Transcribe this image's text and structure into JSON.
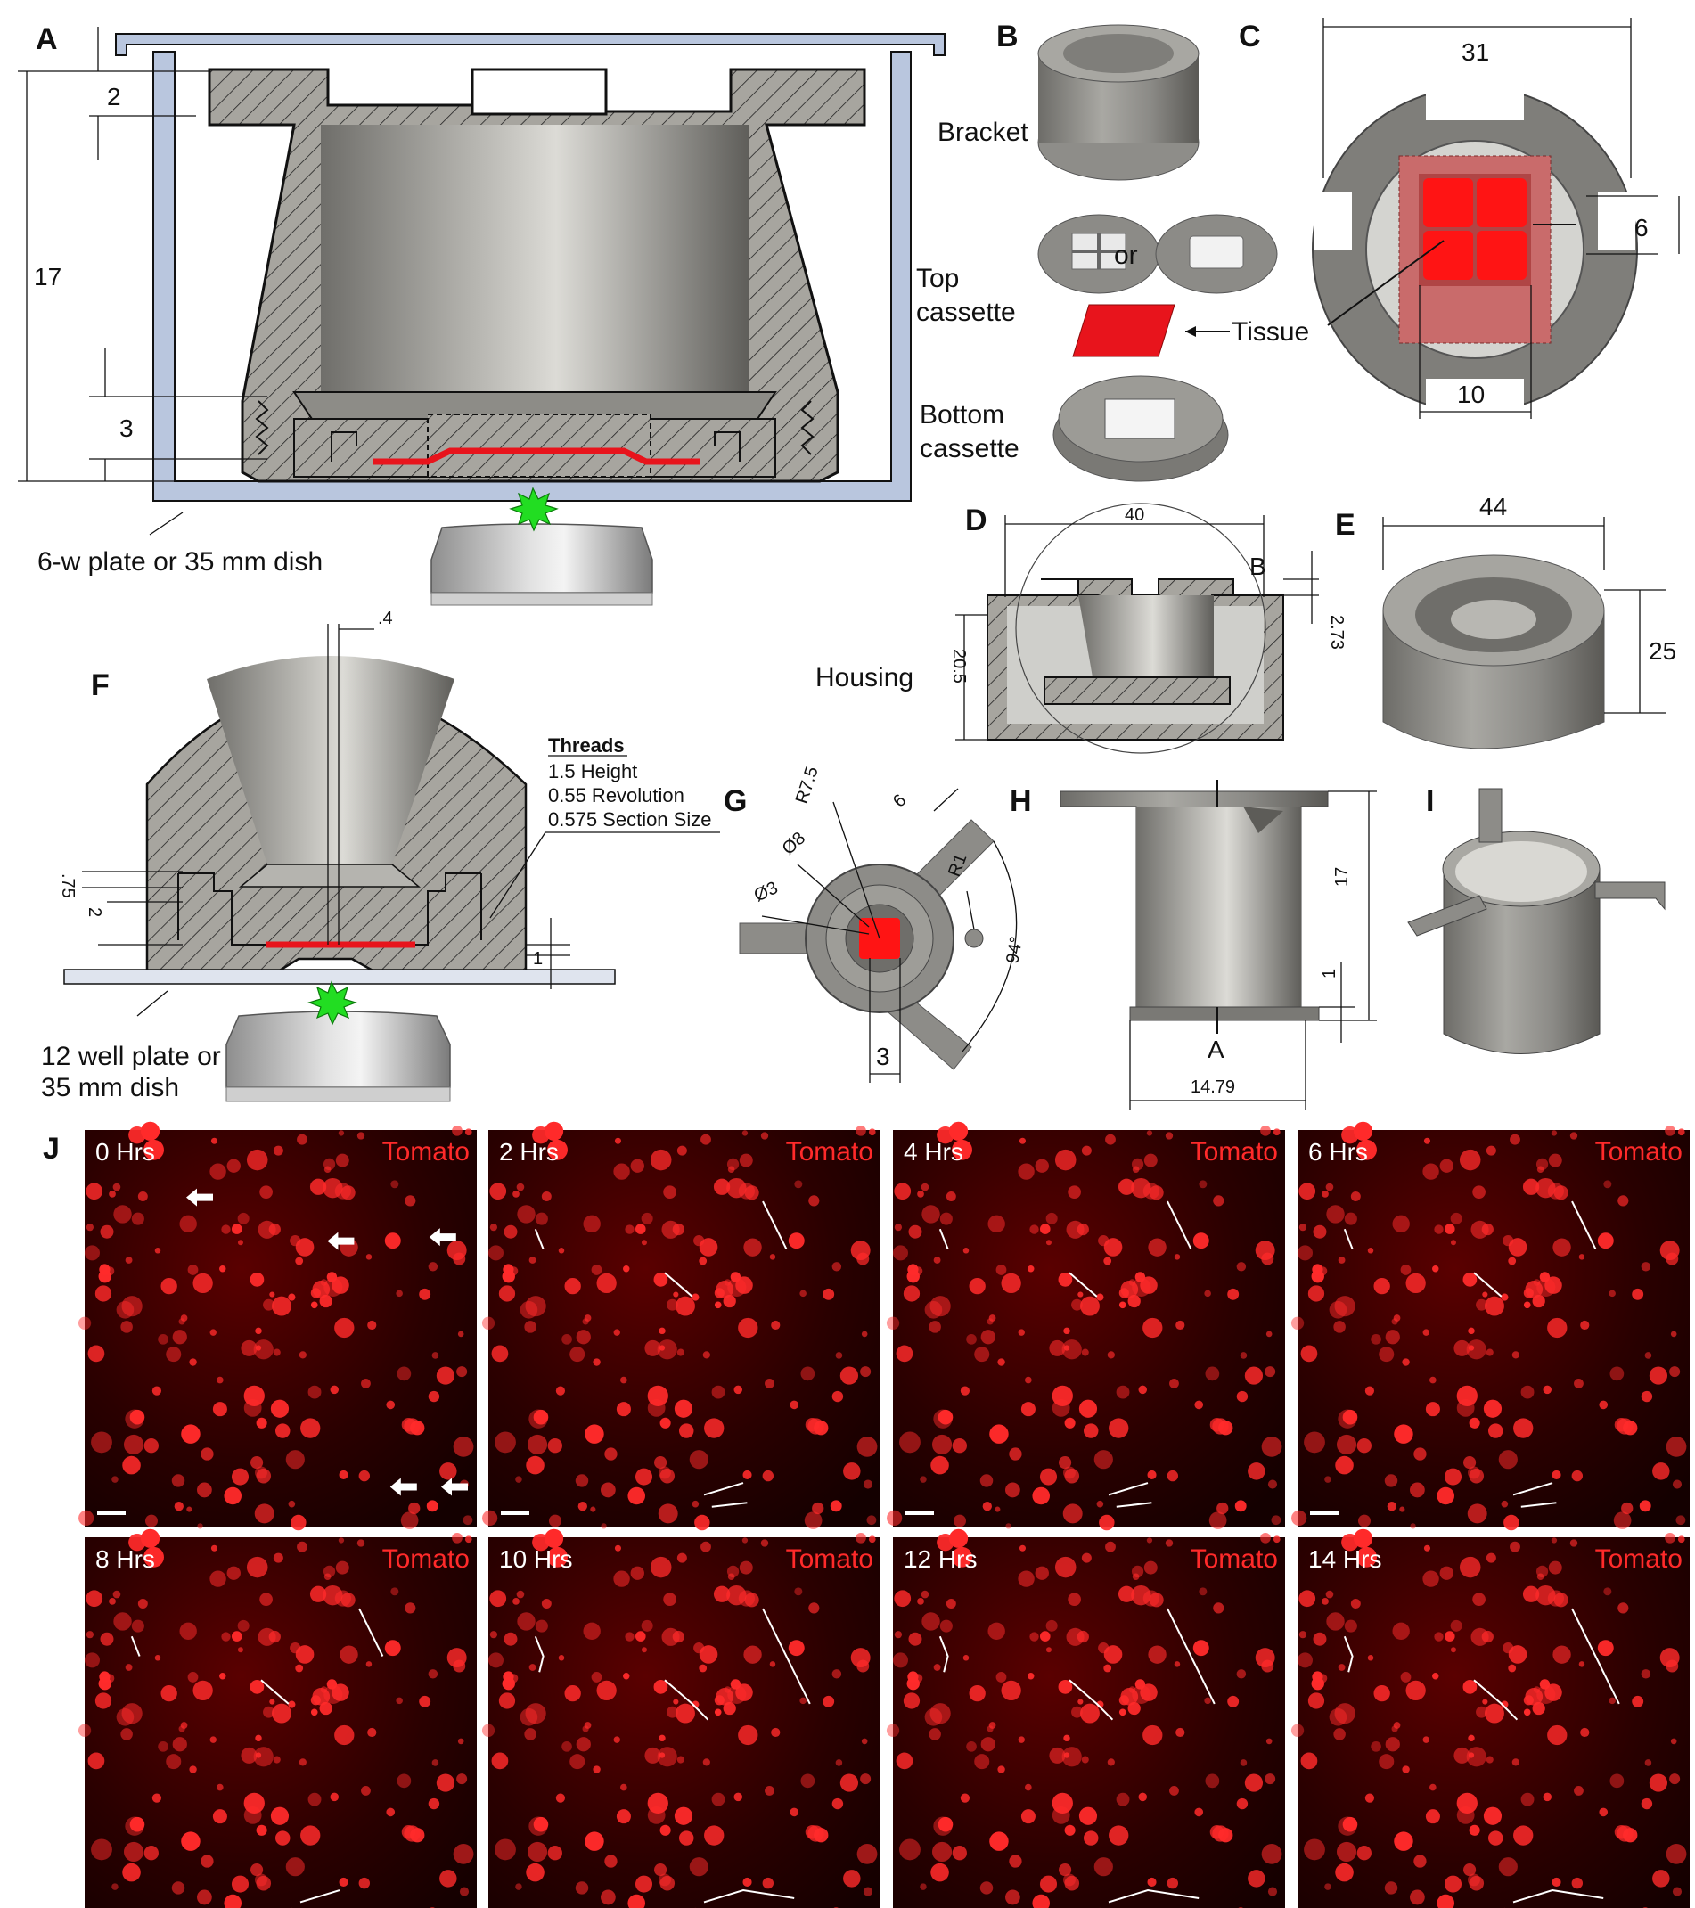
{
  "panels": {
    "A": {
      "label": "A",
      "dims": [
        "2",
        "17",
        "3"
      ],
      "caption": "6-w plate or 35 mm dish"
    },
    "B": {
      "label": "B",
      "bracket": "Bracket",
      "top_cassette": [
        "Top",
        "cassette"
      ],
      "or": "or",
      "tissue": "Tissue",
      "bottom_cassette": [
        "Bottom",
        "cassette"
      ]
    },
    "C": {
      "label": "C",
      "dims": [
        "31",
        "6",
        "10"
      ]
    },
    "D": {
      "label": "D",
      "dims": [
        "40",
        "2.73",
        "20.5"
      ],
      "detail": "B",
      "housing": "Housing"
    },
    "E": {
      "label": "E",
      "dims": [
        "44",
        "25"
      ]
    },
    "F": {
      "label": "F",
      "dims": [
        ".4",
        ".75",
        "2",
        "1"
      ],
      "threads_title": "Threads",
      "threads": [
        "1.5 Height",
        "0.55 Revolution",
        "0.575 Section Size"
      ],
      "caption": [
        "12 well plate or",
        "35 mm dish"
      ]
    },
    "G": {
      "label": "G",
      "dims": [
        "R7.5",
        "6",
        "Ø8",
        "R1",
        "Ø3",
        "94°",
        "3"
      ]
    },
    "H": {
      "label": "H",
      "dims": [
        "17",
        "1",
        "A",
        "14.79"
      ]
    },
    "I": {
      "label": "I"
    },
    "J": {
      "label": "J",
      "channel": "Tomato",
      "times": [
        "0 Hrs",
        "2 Hrs",
        "4 Hrs",
        "6 Hrs",
        "8 Hrs",
        "10 Hrs",
        "12 Hrs",
        "14 Hrs"
      ]
    }
  },
  "colors": {
    "tissue": "#e8141c",
    "fluorescence": "#ff2a2a",
    "excitation": "#22dd22",
    "metal": "#8c8c8a",
    "plate": "#b9c6de"
  }
}
